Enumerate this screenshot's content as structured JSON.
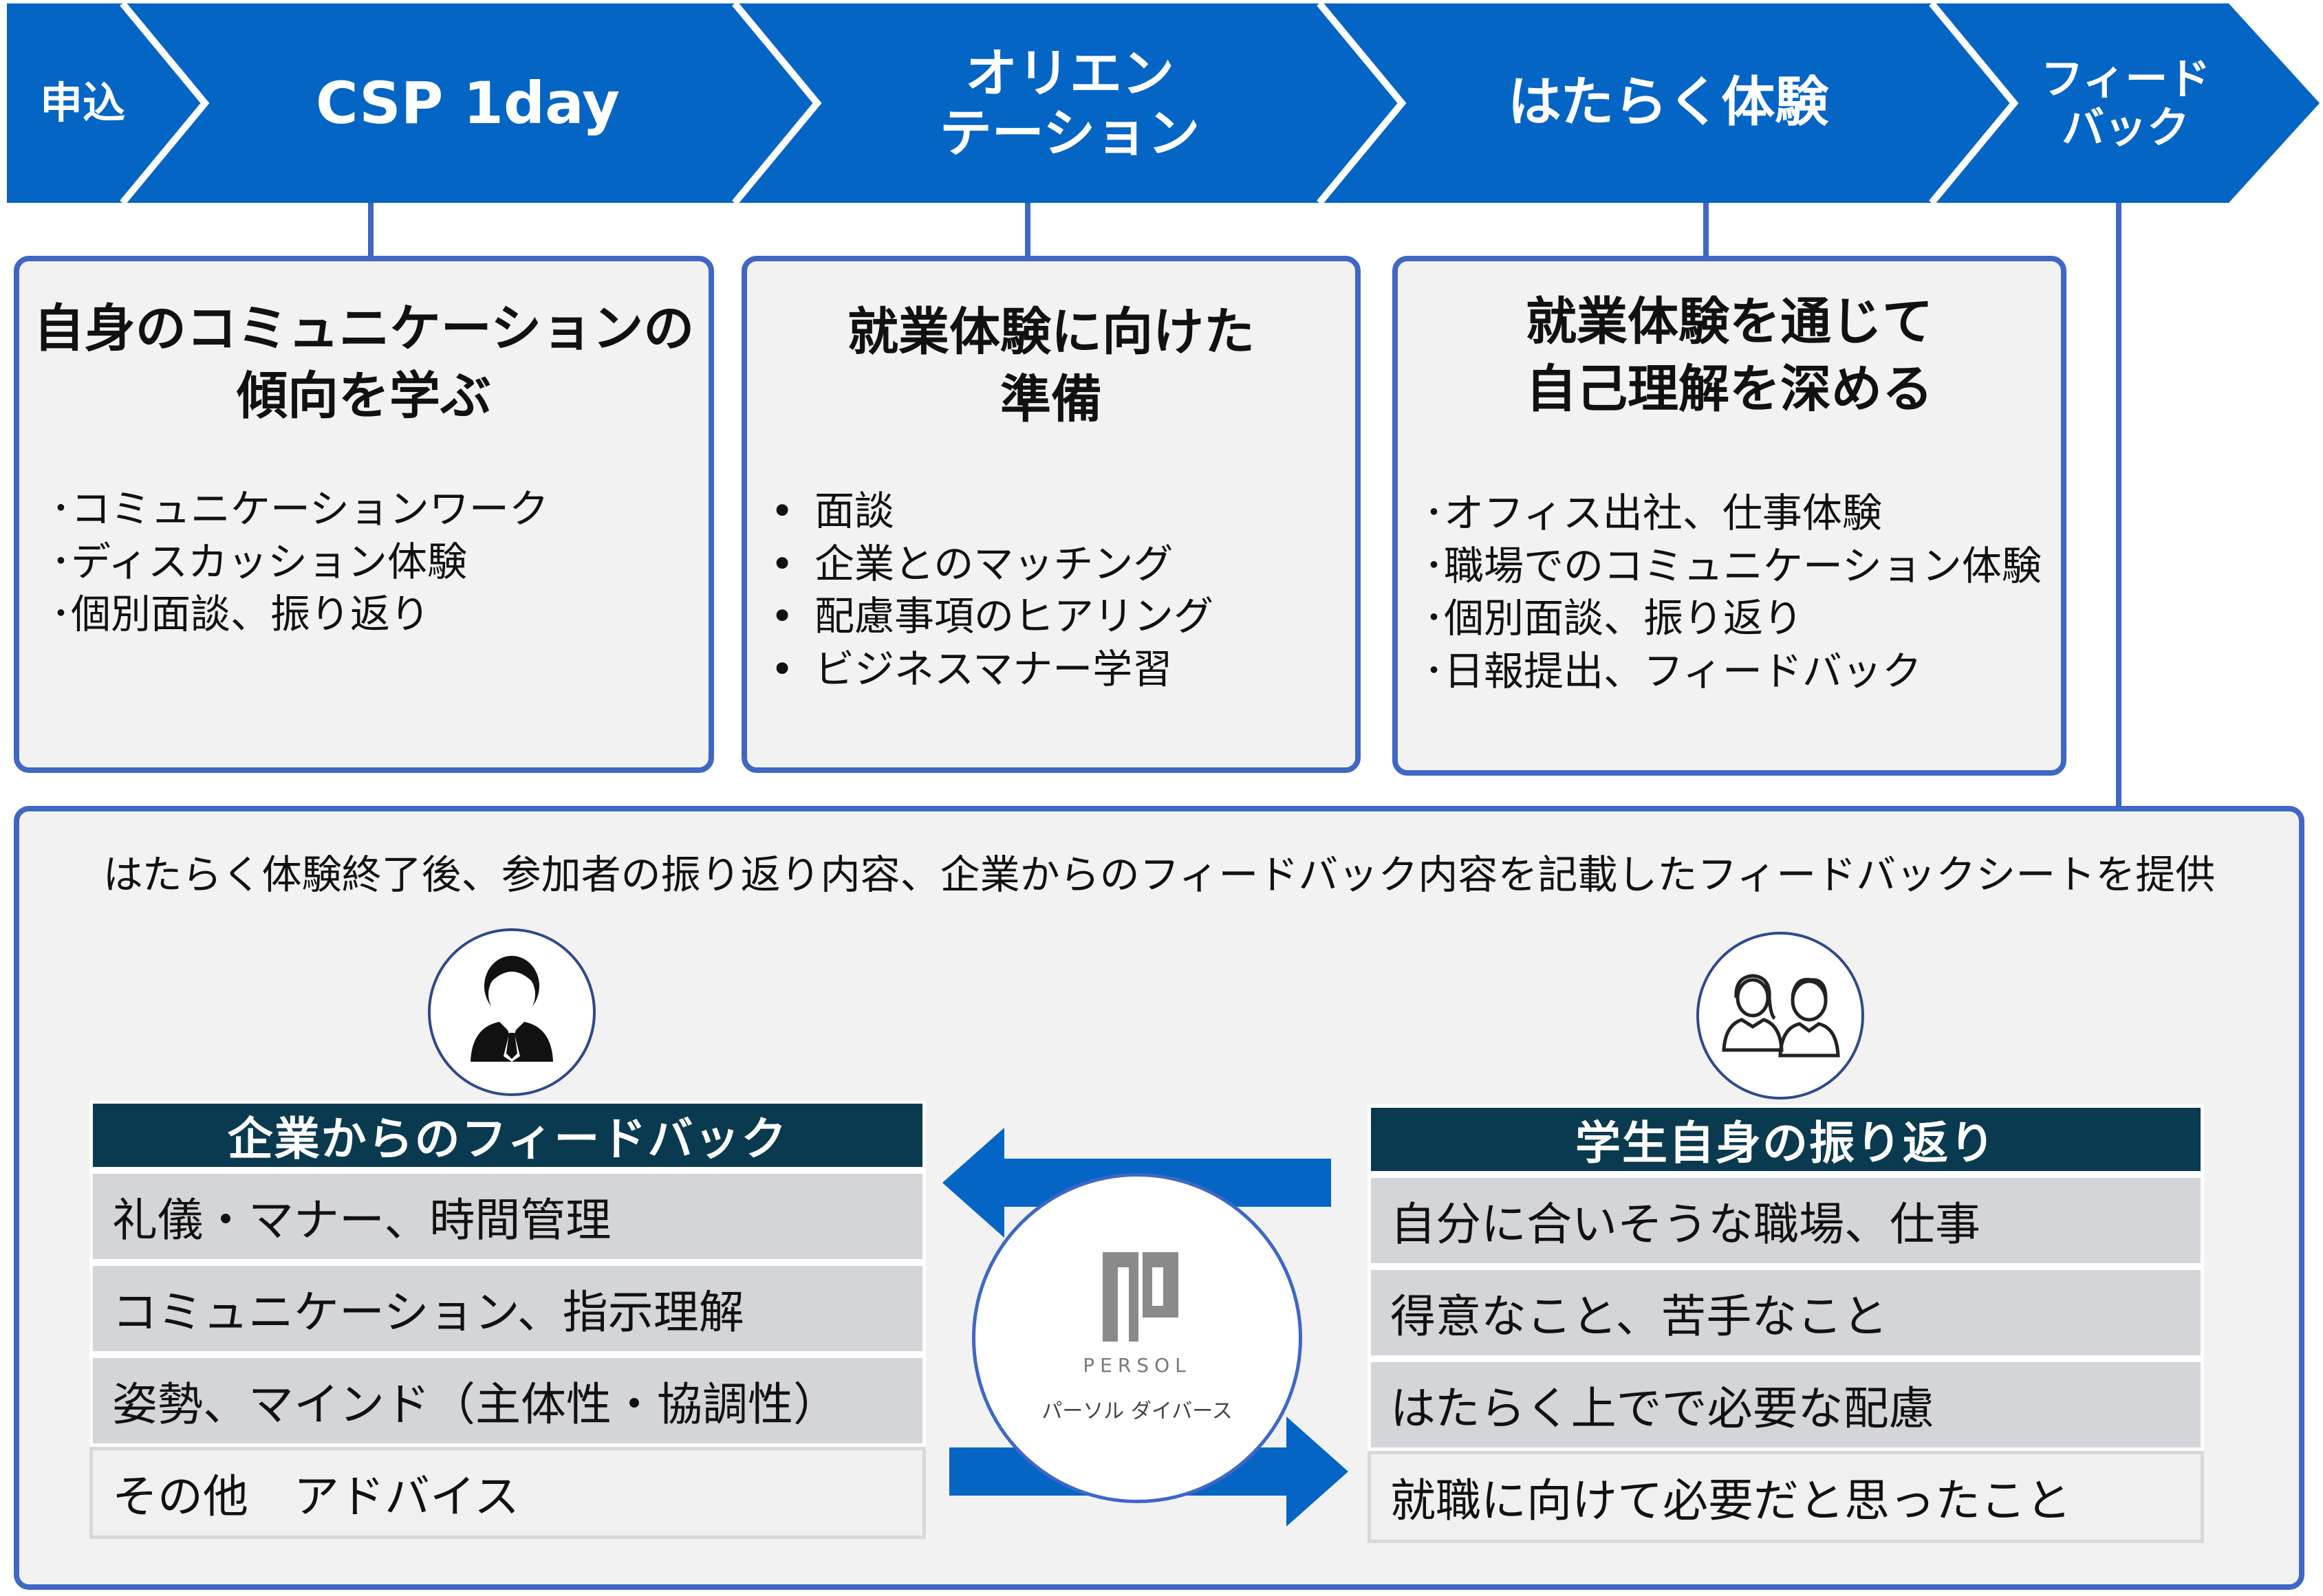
{
  "flow": {
    "steps": [
      {
        "label": "申込"
      },
      {
        "label": "CSP 1day"
      },
      {
        "label": "オリエン\nテーション"
      },
      {
        "label": "はたらく体験"
      },
      {
        "label": "フィード\nバック"
      }
    ],
    "color": "#0565c4"
  },
  "cards": [
    {
      "title": "自身のコミュニケーションの\n傾向を学ぶ",
      "items": [
        "コミュニケーションワーク",
        "ディスカッション体験",
        "個別面談、振り返り"
      ]
    },
    {
      "title": "就業体験に向けた\n準備",
      "items": [
        "面談",
        "企業とのマッチング",
        "配慮事項のヒアリング",
        "ビジネスマナー学習"
      ]
    },
    {
      "title": "就業体験を通じて\n自己理解を深める",
      "items": [
        "オフィス出社、仕事体験",
        "職場でのコミュニケーション体験",
        "個別面談、振り返り",
        "日報提出、フィードバック"
      ]
    }
  ],
  "bottom": {
    "summary": "はたらく体験終了後、参加者の振り返り内容、企業からのフィードバック内容を記載したフィードバックシートを提供",
    "company": {
      "icon": "businessman-icon",
      "title": "企業からのフィードバック",
      "items": [
        "礼儀・マナー、時間管理",
        "コミュニケーション、指示理解",
        "姿勢、マインド（主体性・協調性）",
        "その他　アドバイス"
      ]
    },
    "student": {
      "icon": "two-people-icon",
      "title": "学生自身の振り返り",
      "items": [
        "自分に合いそうな職場、仕事",
        "得意なこと、苦手なこと",
        "はたらく上でで必要な配慮",
        "就職に向けて必要だと思ったこと"
      ]
    },
    "logo": {
      "wordmark": "PERSOL",
      "subtitle": "パーソル ダイバース"
    }
  },
  "colors": {
    "accent": "#3f67c4",
    "header_dark": "#0a3a4f",
    "row_gray": "#d3d5d8",
    "card_bg": "#f2f2f2"
  }
}
